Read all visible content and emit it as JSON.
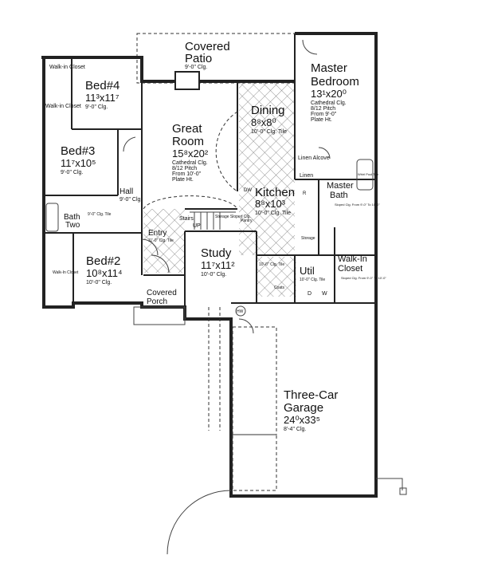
{
  "rooms": {
    "patio": {
      "name": "Covered Patio",
      "line1": "Covered",
      "line2": "Patio",
      "note": "9'-0\" Clg."
    },
    "bed4": {
      "name": "Bed#4",
      "dim": "11³x11⁷",
      "note": "9'-0\" Clg."
    },
    "walkin4": {
      "name": "Walk-in Closet"
    },
    "walkin3": {
      "name": "Walk-in Closet"
    },
    "bed3": {
      "name": "Bed#3",
      "dim": "11⁷x10⁵",
      "note": "9'-0\" Clg."
    },
    "great": {
      "line1": "Great",
      "line2": "Room",
      "dim": "15⁸x20²",
      "note1": "Cathedral Clg.",
      "note2": "8/12 Pitch",
      "note3": "From 10'-0\"",
      "note4": "Plate Ht."
    },
    "hall": {
      "name": "Hall",
      "note": "9'-0\" Clg."
    },
    "dining": {
      "name": "Dining",
      "dim": "8⁸x8⁰",
      "note": "10'-0\" Clg. Tile"
    },
    "master": {
      "line1": "Master",
      "line2": "Bedroom",
      "dim": "13¹x20⁰",
      "note1": "Cathedral Clg.",
      "note2": "8/12 Pitch",
      "note3": "From 9'-0\"",
      "note4": "Plate Ht."
    },
    "linen_alcove": {
      "name": "Linen Alcove"
    },
    "linen": {
      "name": "Linen"
    },
    "kitchen": {
      "name": "Kitchen",
      "dim": "8⁸x10³",
      "note": "10'-0\" Clg. Tile"
    },
    "master_bath": {
      "line1": "Master",
      "line2": "Bath",
      "note": "Sloped Clg. From 9'-0\" To 10'-0\""
    },
    "tub": {
      "name": "Whirl Pool Tub"
    },
    "bath2": {
      "line1": "Bath",
      "line2": "Two",
      "note": "9'-0\" Clg. Tile"
    },
    "entry": {
      "name": "Entry",
      "note": "11'-0\" Clg. Tile"
    },
    "stairs": {
      "name": "Stairs",
      "up": "UP"
    },
    "storage": {
      "name": "Storage Sloped Clg."
    },
    "pantry": {
      "name": "Pantry"
    },
    "study": {
      "name": "Study",
      "dim": "11⁷x11²",
      "note": "10'-0\" Clg."
    },
    "util": {
      "name": "Util",
      "note": "10'-0\" Clg. Tile",
      "hall_note": "10'-0\" Clg. Tile"
    },
    "coats": {
      "name": "Coats"
    },
    "walkin_master": {
      "line1": "Walk-In",
      "line2": "Closet",
      "note": "Sloped Clg. From 9'-0\" To 10'-0\""
    },
    "bed2": {
      "name": "Bed#2",
      "dim": "10⁸x11⁴",
      "note": "10'-0\" Clg."
    },
    "walkin2": {
      "name": "Walk-In Closet"
    },
    "porch": {
      "line1": "Covered",
      "line2": "Porch"
    },
    "garage": {
      "line1": "Three-Car",
      "line2": "Garage",
      "dim": "24⁰x33⁵",
      "note": "8'-4\" Clg."
    }
  },
  "fixtures": {
    "dw": "DW",
    "ref": "R",
    "hw": "HW",
    "dryer": "D",
    "washer": "W",
    "storage": "Storage"
  }
}
